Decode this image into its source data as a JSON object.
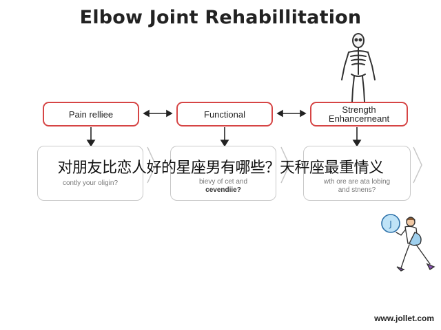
{
  "title": "Elbow Joint Rehabillitation",
  "boxes": [
    {
      "label": "Pain relliee"
    },
    {
      "label": "Functional"
    },
    {
      "label_line1": "Strength",
      "label_line2": "Enhancerneant"
    }
  ],
  "cards": [
    {
      "line1": "",
      "line2": "contly your oligin?"
    },
    {
      "line1": "bievy of cet and",
      "line2": "cevendiie?"
    },
    {
      "line1": "wth ore are ata lobing",
      "line2": "and stnens?"
    }
  ],
  "overlay_text": "对朋友比恋人好的星座男有哪些？天秤座最重情义",
  "ball_letter": "J",
  "watermark": "www.jollet.com",
  "colors": {
    "box_border": "#d64545",
    "card_border": "#c8c8c8"
  }
}
